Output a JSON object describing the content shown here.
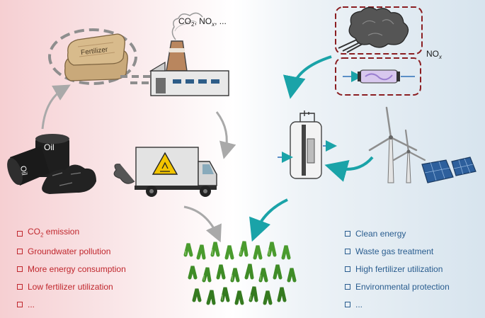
{
  "labels": {
    "gases_prefix": "CO",
    "gases_sub1": "2",
    "gases_mid": ", NO",
    "gases_sub2": "x",
    "gases_suffix": ", ...",
    "fertilizer": "Fertilizer",
    "oil_barrel_front": "Oil",
    "oil_barrel_back": "Oil",
    "nox_prefix": "NO",
    "nox_sub": "x"
  },
  "disadvantages": {
    "items": [
      {
        "pre": "CO",
        "sub": "2",
        "post": " emission"
      },
      {
        "pre": "Groundwater pollution",
        "sub": "",
        "post": ""
      },
      {
        "pre": "More energy consumption",
        "sub": "",
        "post": ""
      },
      {
        "pre": "Low fertilizer utilization",
        "sub": "",
        "post": ""
      },
      {
        "pre": "...",
        "sub": "",
        "post": ""
      }
    ]
  },
  "advantages": {
    "items": [
      {
        "pre": "Clean energy",
        "sub": "",
        "post": ""
      },
      {
        "pre": "Waste gas treatment",
        "sub": "",
        "post": ""
      },
      {
        "pre": "High fertilizer utilization",
        "sub": "",
        "post": ""
      },
      {
        "pre": "Environmental protection",
        "sub": "",
        "post": ""
      },
      {
        "pre": "...",
        "sub": "",
        "post": ""
      }
    ]
  },
  "colors": {
    "negative": "#c0272d",
    "positive": "#2a5d8f",
    "teal_arrow": "#1aa3a8",
    "grey_arrow": "#a9a9a9",
    "dashed_box": "#8b1e22"
  }
}
